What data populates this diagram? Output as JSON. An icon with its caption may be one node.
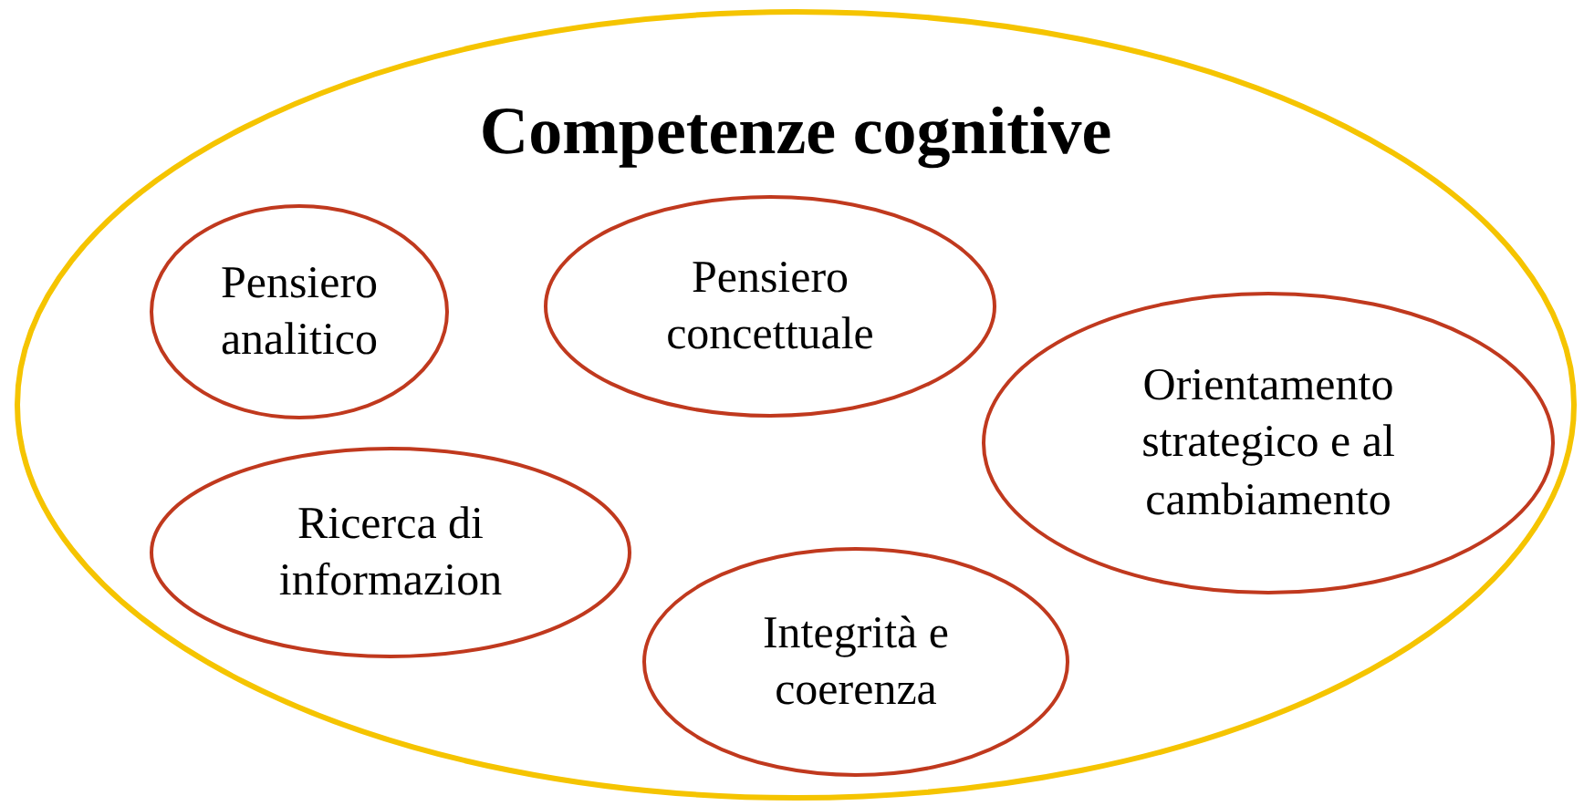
{
  "diagram": {
    "nodes": [
      {
        "text": [
          "Competenze cognitive"
        ]
      },
      {
        "text": [
          "Pensiero analitico"
        ],
        "in": 0
      },
      {
        "text": [
          "Pensiero concettuale"
        ],
        "in": 0
      },
      {
        "text": [
          "Orientamento strategico e al cambiamento"
        ],
        "in": 0
      },
      {
        "text": [
          "Ricerca di informazion"
        ],
        "in": 0
      },
      {
        "text": [
          "Integrità e coerenza"
        ],
        "in": 0
      }
    ]
  }
}
